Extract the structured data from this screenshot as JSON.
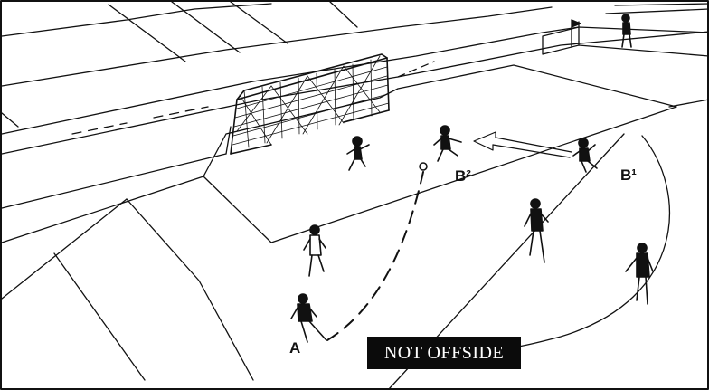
{
  "diagram": {
    "caption": "NOT OFFSIDE",
    "player_labels": {
      "a": "A",
      "b2": "B²",
      "b1": "B¹"
    },
    "colors": {
      "ink": "#111111",
      "paper": "#ffffff",
      "caption_background": "#0b0b0b",
      "caption_text": "#ffffff"
    },
    "icons": [
      "soccer-goal-icon",
      "corner-flag-icon",
      "ball-icon",
      "run-arrow-icon",
      "pass-trajectory-icon"
    ]
  }
}
